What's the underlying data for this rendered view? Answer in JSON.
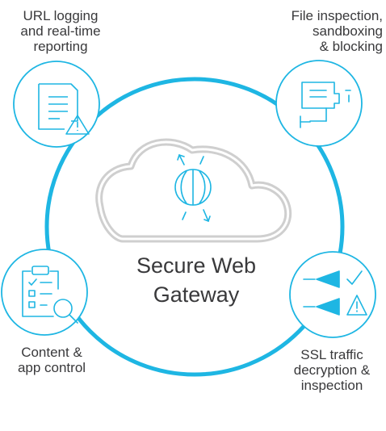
{
  "title": {
    "line1": "Secure Web",
    "line2": "Gateway"
  },
  "features": {
    "url_logging": {
      "lines": [
        "URL logging",
        "and real-time",
        "reporting"
      ],
      "icon": "document-warning-icon"
    },
    "file_inspection": {
      "lines": [
        "File inspection,",
        "sandboxing",
        "& blocking"
      ],
      "icon": "security-camera-icon"
    },
    "content_control": {
      "lines": [
        "Content &",
        "app control"
      ],
      "icon": "clipboard-magnifier-icon"
    },
    "ssl_traffic": {
      "lines": [
        "SSL traffic",
        "decryption &",
        "inspection"
      ],
      "icon": "arrows-check-warning-icon"
    }
  },
  "center_icon": "cloud-globe-arrows-icon",
  "colors": {
    "accent": "#1eb6e3",
    "cloud": "#cfcfcf",
    "text": "#39393b"
  }
}
